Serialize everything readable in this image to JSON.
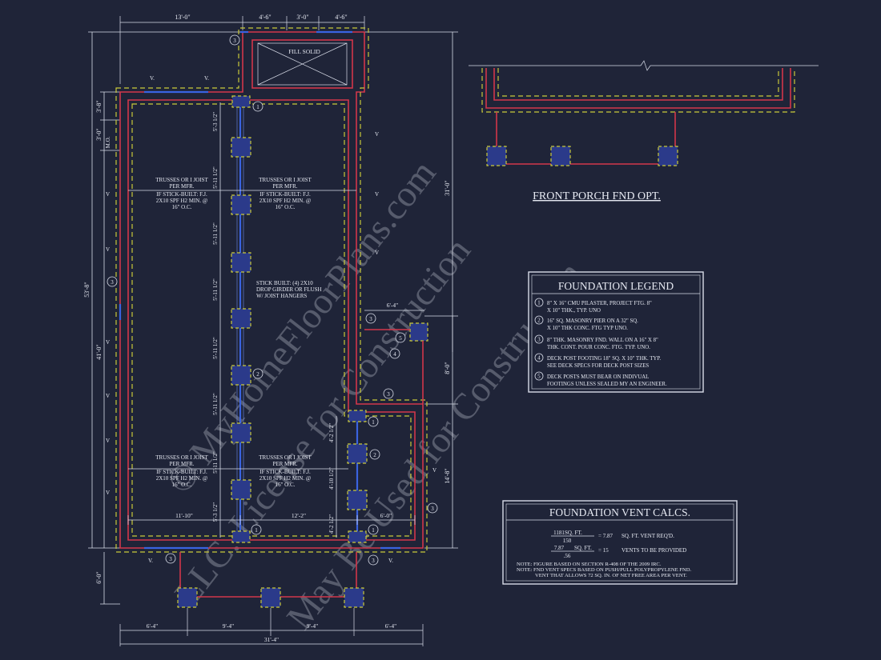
{
  "dimensions": {
    "top": [
      "13'-0\"",
      "4'-6\"",
      "3'-0\"",
      "4'-6\""
    ],
    "overall_height": "53'-8\"",
    "left_top_a": "3'-8\"",
    "left_top_b": "3'-0\"",
    "left_top_b_note": "M.O.",
    "left_lower": "41'-0\"",
    "left_porch": "6'-0\"",
    "right_main": "31'-0\"",
    "right_offset": "8'-0\"",
    "right_lower": "14'-8\"",
    "pier_spacing": [
      "5'-3 1/2\"",
      "5'-11 1/2\"",
      "5'-11 1/2\"",
      "5'-11 1/2\"",
      "5'-11 1/2\"",
      "5'-11 1/2\"",
      "5'-11 1/2\"",
      "5'-3 1/2\""
    ],
    "lower_pier_spacing": [
      "4'-2 1/2\"",
      "4'-10 1/2\"",
      "4'-2 1/2\""
    ],
    "bottom_inner": [
      "11'-10\"",
      "12'-2\"",
      "6'-0\""
    ],
    "bottom_row": [
      "6'-4\"",
      "9'-4\"",
      "9'-4\"",
      "6'-4\""
    ],
    "bottom_total": "31'-4\"",
    "deck_width": "6'-4\""
  },
  "labels": {
    "fill_solid": "FILL SOLID",
    "vent": "V.",
    "vent_short": "V",
    "joist_a": [
      "TRUSSES OR I JOIST",
      "PER MFR.",
      "IF STICK-BUILT: F.J.",
      "2X10 SPF H2 MIN. @",
      "16\" O.C."
    ],
    "girder": [
      "STICK BUILT: (4) 2X10",
      "DROP GIRDER OR FLUSH",
      "W/ JOIST HANGERS"
    ],
    "bubbles": [
      "1",
      "2",
      "3",
      "4",
      "5"
    ]
  },
  "porch": {
    "title": "FRONT PORCH FND OPT."
  },
  "legend": {
    "title": "FOUNDATION LEGEND",
    "items": [
      {
        "num": "1",
        "lines": [
          "8\" X 16\" CMU PILASTER, PROJECT FTG. 8\"",
          "X 10\" THK., TYP. UNO"
        ]
      },
      {
        "num": "2",
        "lines": [
          "16\" SQ. MASONRY PIER ON A 32\" SQ.",
          "X 10\" THK CONC. FTG TYP UNO."
        ]
      },
      {
        "num": "3",
        "lines": [
          "8\" THK. MASONRY FND. WALL ON A 16\" X 8\"",
          "THK. CONT. POUR CONC. FTG. TYP. UNO."
        ]
      },
      {
        "num": "4",
        "lines": [
          "DECK POST FOOTING 18\" SQ. X 10\" THK. TYP.",
          "SEE DECK SPECS FOR DECK POST SIZES"
        ]
      },
      {
        "num": "5",
        "lines": [
          "DECK POSTS MUST BEAR ON INDIVUAL",
          "FOOTINGS UNLESS SEALED MY AN ENGINEER."
        ]
      }
    ]
  },
  "vents": {
    "title": "FOUNDATION VENT CALCS.",
    "f1_num": "1181",
    "f1_den": "150",
    "f1_unit": "SQ. FT.",
    "f1_result": "= 7.87",
    "f1_label": "SQ. FT. VENT REQ'D.",
    "f2_num": "7.87",
    "f2_den": ".56",
    "f2_unit": "SQ. FT.",
    "f2_result": "= 15",
    "f2_label": "VENTS TO BE PROVIDED",
    "note1": "NOTE: FIGURE BASED ON SECTION R-408 OF THE 2009 IRC.",
    "note2": "NOTE: FND VENT SPECS BASED ON PUSH/PULL POLYPROPYLENE FND.",
    "note3": "VENT THAT ALLOWS 72 SQ. IN. OF NET FREE AREA PER VENT."
  },
  "watermark": [
    "© MyHomeFloorPlans.com",
    "LLC. License for Construction",
    "May Be Used for Construction"
  ],
  "colors": {
    "background": "#1f2438",
    "wall": "#d2364a",
    "girder": "#3a63e0",
    "dashed": "#c9c93a",
    "text": "#e6e9f2"
  }
}
